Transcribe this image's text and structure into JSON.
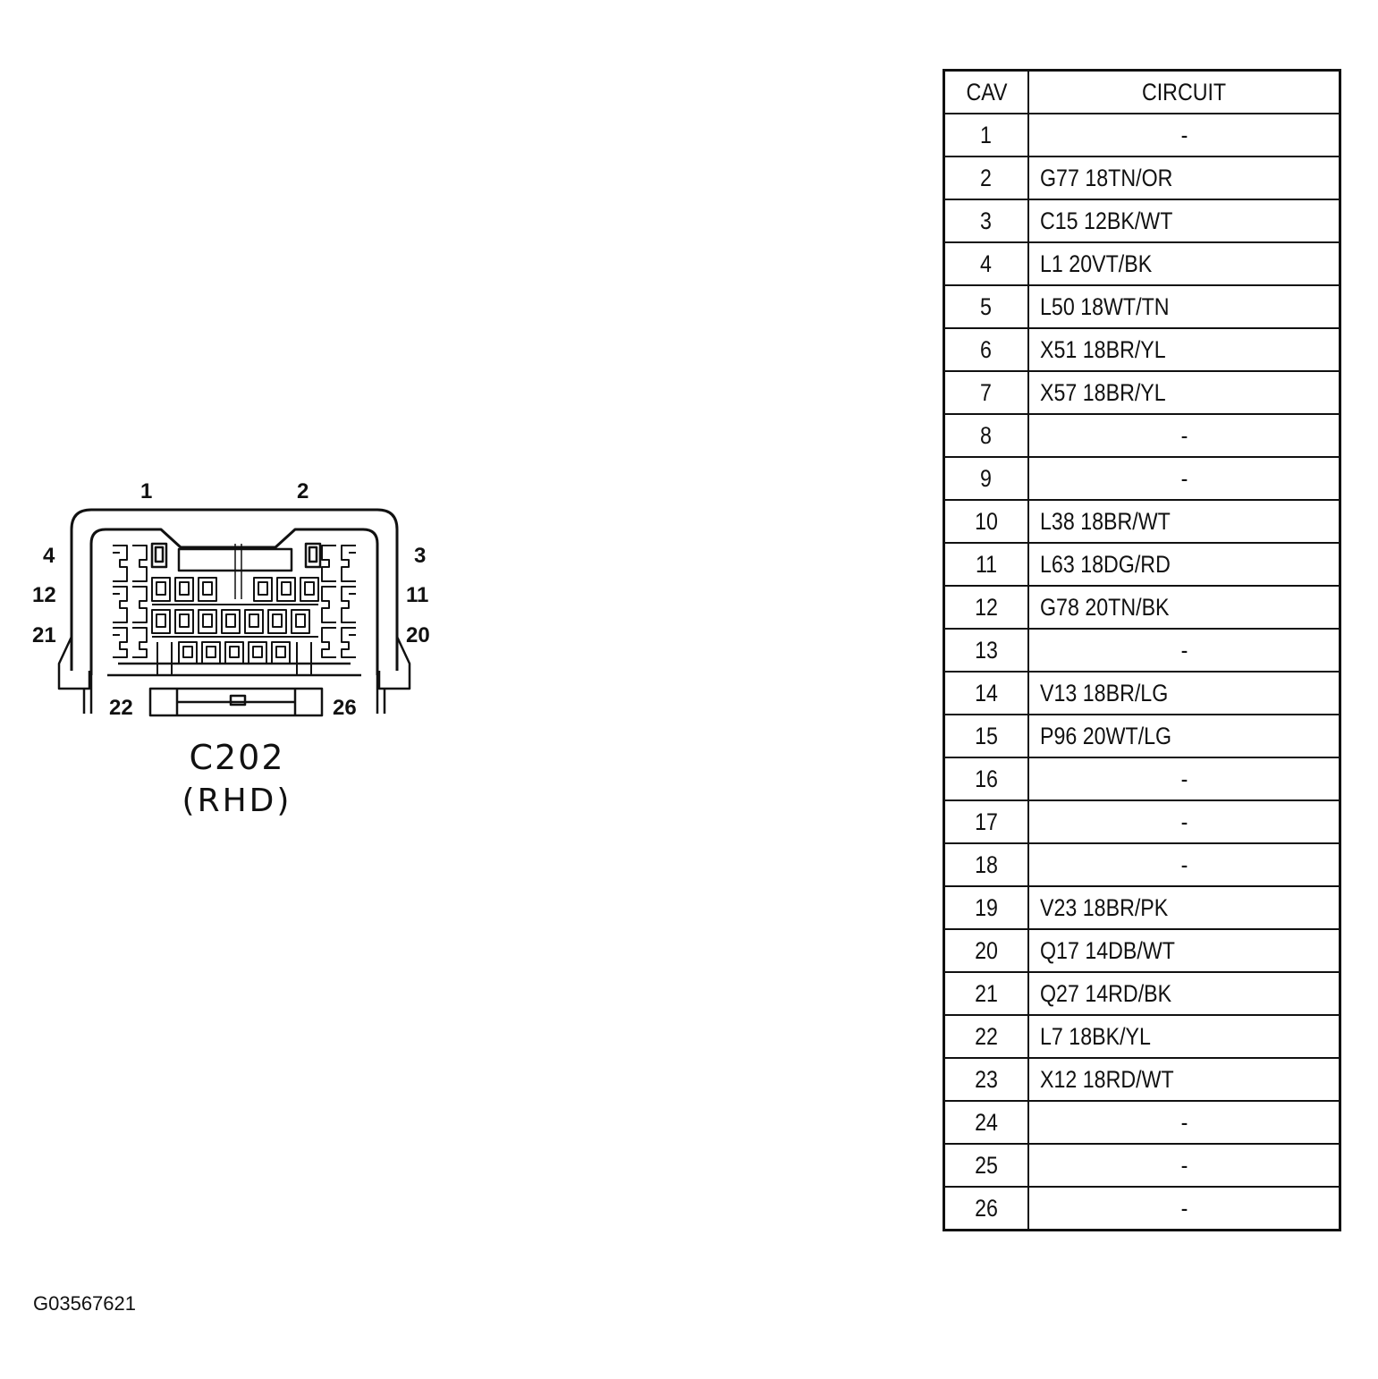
{
  "connector": {
    "name": "C202",
    "variant": "(RHD)",
    "pin_labels": {
      "top_left": "1",
      "top_right": "2",
      "left_upper": "4",
      "left_middle": "12",
      "left_lower": "21",
      "right_upper": "3",
      "right_middle": "11",
      "right_lower": "20",
      "bottom_left": "22",
      "bottom_right": "26"
    }
  },
  "table": {
    "headers": {
      "cav": "CAV",
      "circuit": "CIRCUIT"
    },
    "rows": [
      {
        "cav": "1",
        "circuit": "-"
      },
      {
        "cav": "2",
        "circuit": "G77 18TN/OR"
      },
      {
        "cav": "3",
        "circuit": "C15 12BK/WT"
      },
      {
        "cav": "4",
        "circuit": "L1 20VT/BK"
      },
      {
        "cav": "5",
        "circuit": "L50 18WT/TN"
      },
      {
        "cav": "6",
        "circuit": "X51 18BR/YL"
      },
      {
        "cav": "7",
        "circuit": "X57 18BR/YL"
      },
      {
        "cav": "8",
        "circuit": "-"
      },
      {
        "cav": "9",
        "circuit": "-"
      },
      {
        "cav": "10",
        "circuit": "L38 18BR/WT"
      },
      {
        "cav": "11",
        "circuit": "L63 18DG/RD"
      },
      {
        "cav": "12",
        "circuit": "G78 20TN/BK"
      },
      {
        "cav": "13",
        "circuit": "-"
      },
      {
        "cav": "14",
        "circuit": "V13 18BR/LG"
      },
      {
        "cav": "15",
        "circuit": "P96 20WT/LG"
      },
      {
        "cav": "16",
        "circuit": "-"
      },
      {
        "cav": "17",
        "circuit": "-"
      },
      {
        "cav": "18",
        "circuit": "-"
      },
      {
        "cav": "19",
        "circuit": "V23 18BR/PK"
      },
      {
        "cav": "20",
        "circuit": "Q17 14DB/WT"
      },
      {
        "cav": "21",
        "circuit": "Q27 14RD/BK"
      },
      {
        "cav": "22",
        "circuit": "L7 18BK/YL"
      },
      {
        "cav": "23",
        "circuit": "X12 18RD/WT"
      },
      {
        "cav": "24",
        "circuit": "-"
      },
      {
        "cav": "25",
        "circuit": "-"
      },
      {
        "cav": "26",
        "circuit": "-"
      }
    ]
  },
  "figure_id": "G03567621",
  "colors": {
    "ink": "#111111",
    "paper": "#ffffff"
  }
}
